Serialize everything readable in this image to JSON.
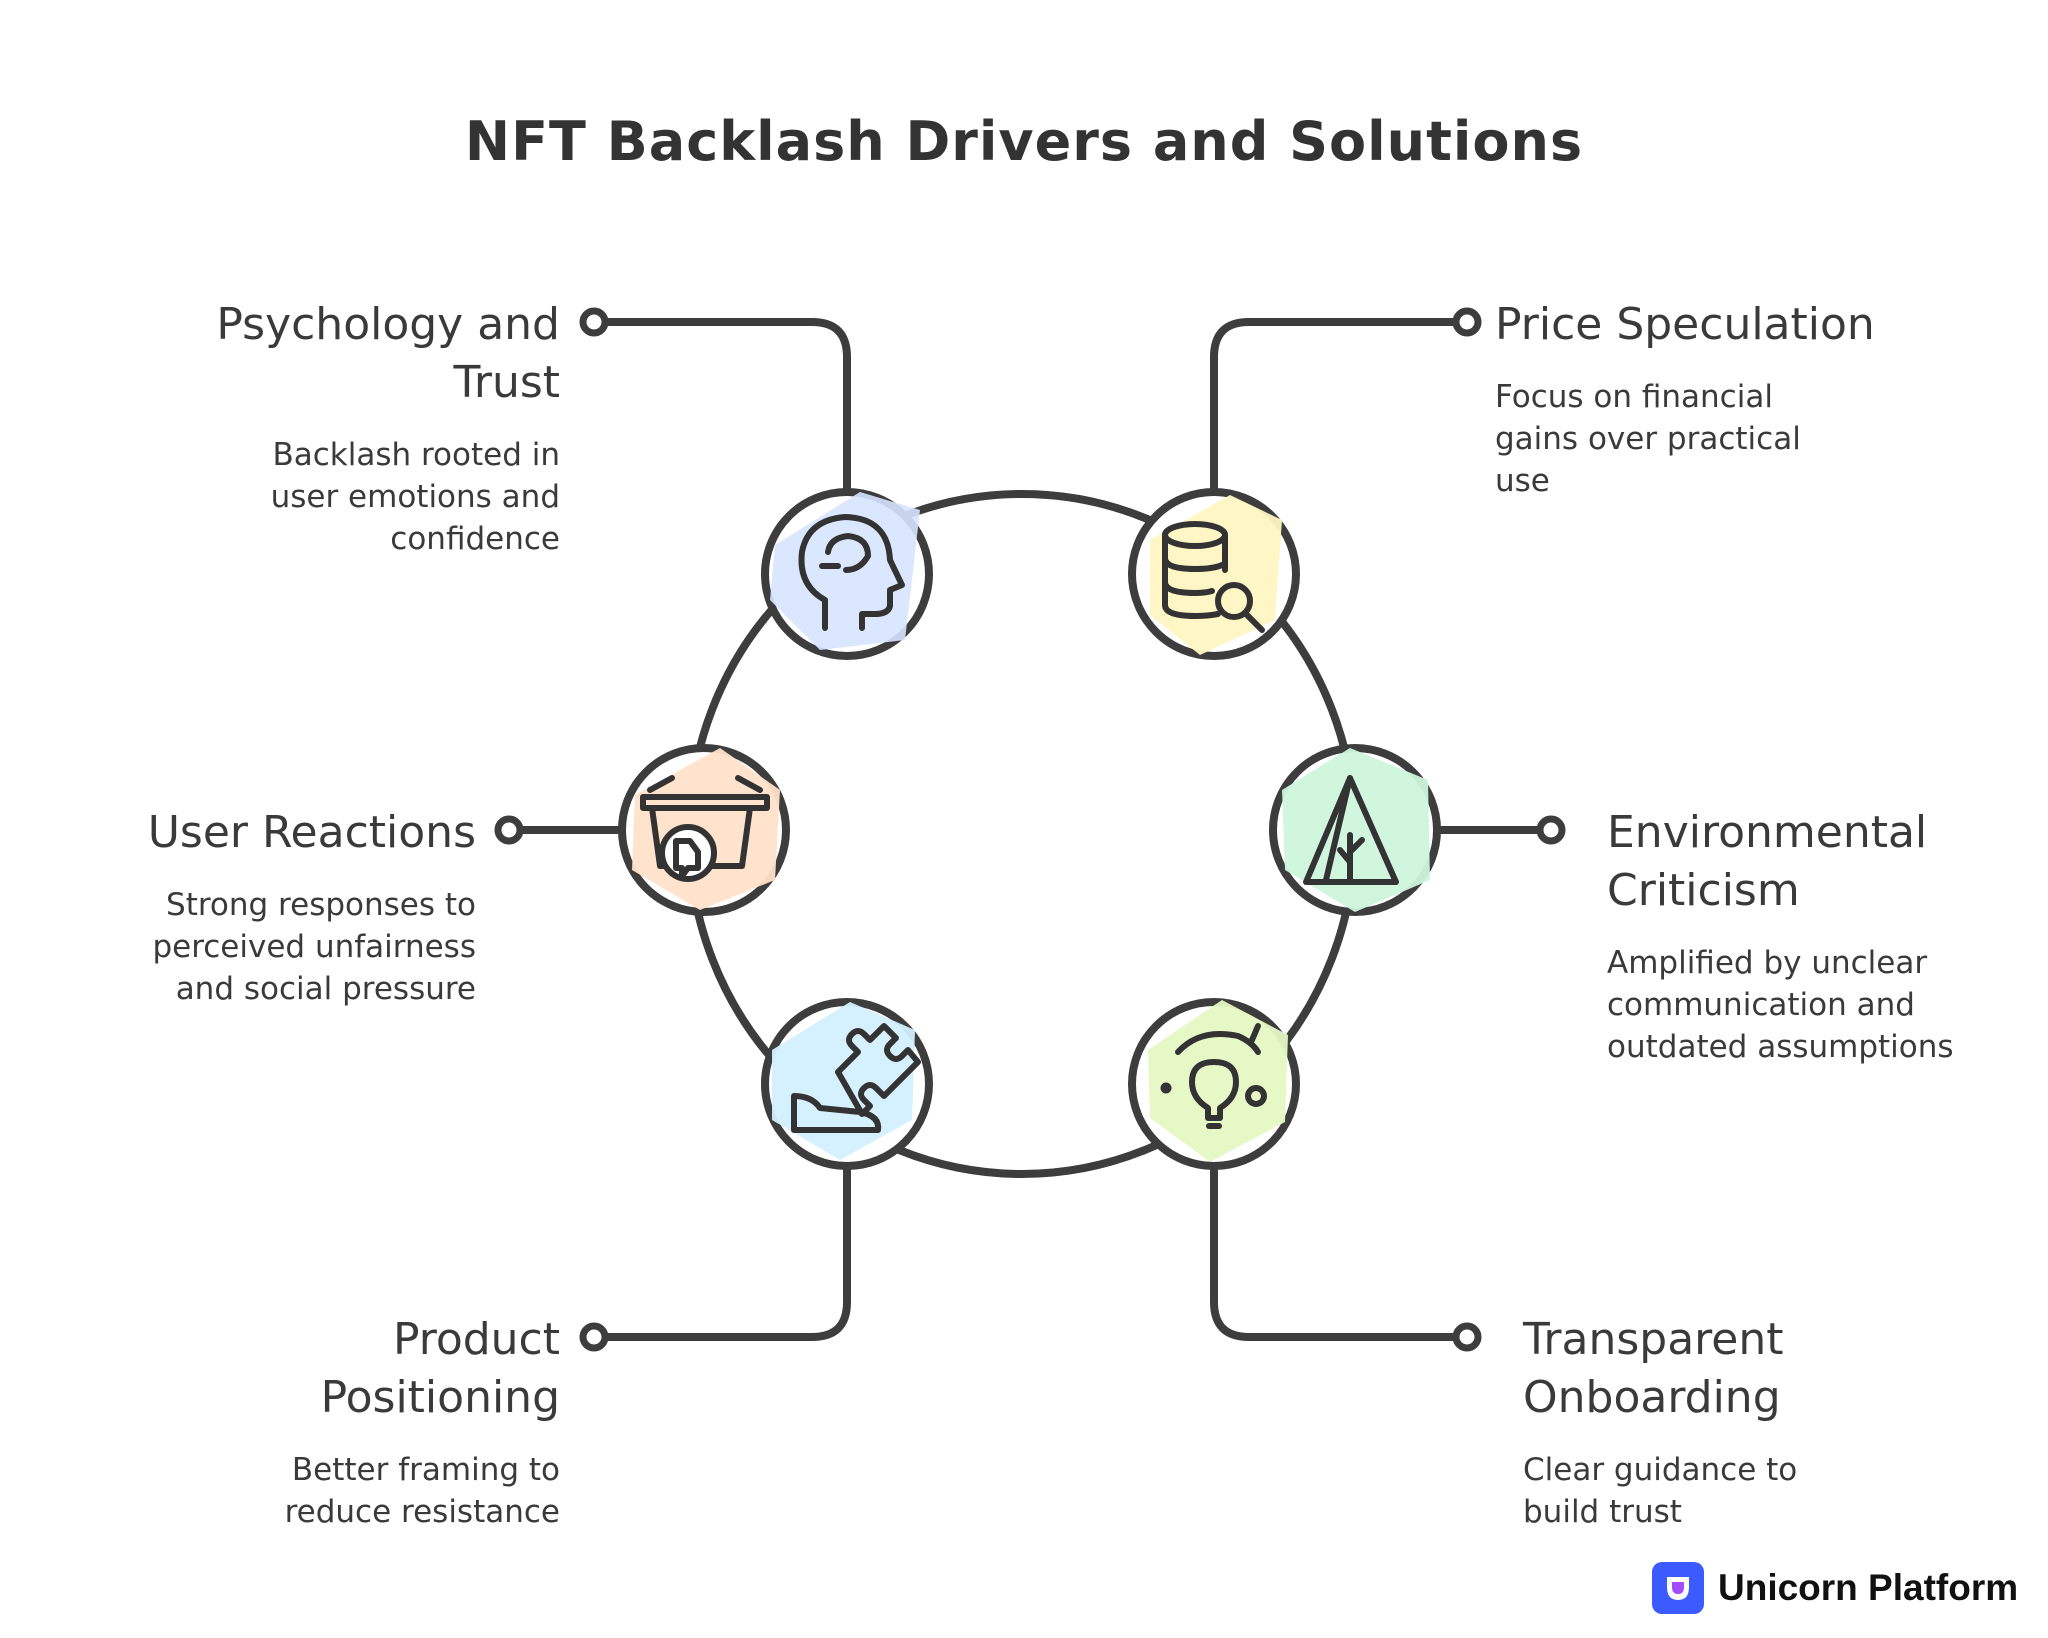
{
  "title": "NFT Backlash Drivers and Solutions",
  "nodes": [
    {
      "key": "psychology",
      "heading": [
        "Psychology and",
        "Trust"
      ],
      "description": [
        "Backlash rooted in",
        "user emotions and",
        "confidence"
      ],
      "icon": "head-icon",
      "color": "#d6e4ff"
    },
    {
      "key": "price",
      "heading": [
        "Price Speculation"
      ],
      "description": [
        "Focus on financial",
        "gains over practical",
        "use"
      ],
      "icon": "database-search-icon",
      "color": "#fff6c2"
    },
    {
      "key": "user-reactions",
      "heading": [
        "User Reactions"
      ],
      "description": [
        "Strong responses to",
        "perceived unfairness",
        "and social pressure"
      ],
      "icon": "basket-thumbs-down-icon",
      "color": "#ffe2c9"
    },
    {
      "key": "environmental",
      "heading": [
        "Environmental",
        "Criticism"
      ],
      "description": [
        "Amplified by unclear",
        "communication and",
        "outdated assumptions"
      ],
      "icon": "tree-icon",
      "color": "#cdf5dc"
    },
    {
      "key": "product",
      "heading": [
        "Product",
        "Positioning"
      ],
      "description": [
        "Better framing to",
        "reduce resistance"
      ],
      "icon": "puzzle-icon",
      "color": "#d3efff"
    },
    {
      "key": "onboarding",
      "heading": [
        "Transparent",
        "Onboarding"
      ],
      "description": [
        "Clear guidance to",
        "build trust"
      ],
      "icon": "lightbulb-icon",
      "color": "#e6f8c4"
    }
  ],
  "brand": {
    "name": "Unicorn Platform",
    "icon": "unicorn-logo-icon",
    "color": "#3b5bff"
  }
}
